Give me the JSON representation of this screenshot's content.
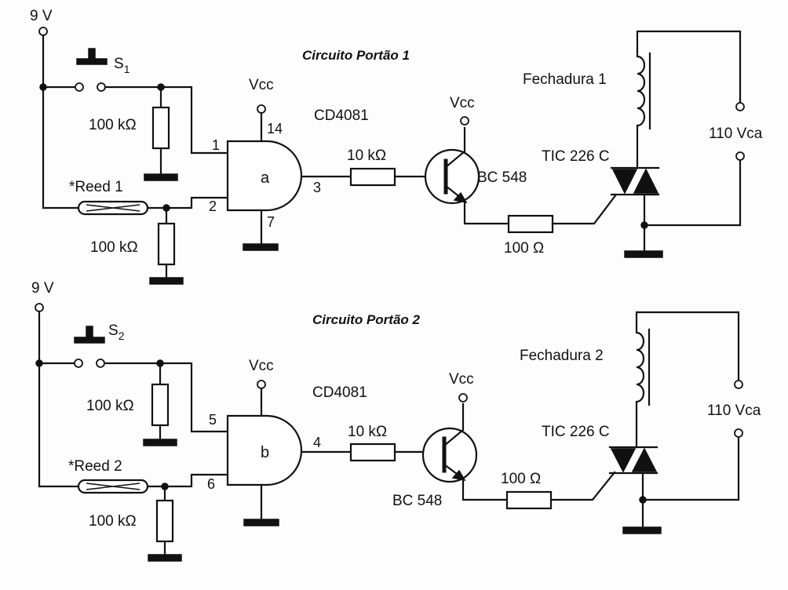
{
  "circuit1": {
    "title": "Circuito Portão 1",
    "supply": "9 V",
    "switch": "S",
    "switch_sub": "1",
    "resistor_top": "100 kΩ",
    "reed": "*Reed 1",
    "resistor_bottom": "100 kΩ",
    "vcc_gate": "Vcc",
    "ic": "CD4081",
    "gate": "a",
    "pin_in1": "1",
    "pin_in2": "2",
    "pin_out": "3",
    "pin_vcc": "14",
    "pin_gnd": "7",
    "base_resistor": "10 kΩ",
    "vcc_transistor": "Vcc",
    "transistor": "BC 548",
    "gate_resistor": "100 Ω",
    "lock": "Fechadura 1",
    "triac": "TIC 226 C",
    "mains": "110 Vca"
  },
  "circuit2": {
    "title": "Circuito Portão 2",
    "supply": "9 V",
    "switch": "S",
    "switch_sub": "2",
    "resistor_top": "100 kΩ",
    "reed": "*Reed 2",
    "resistor_bottom": "100 kΩ",
    "vcc_gate": "Vcc",
    "ic": "CD4081",
    "gate": "b",
    "pin_in1": "5",
    "pin_in2": "6",
    "pin_out": "4",
    "base_resistor": "10 kΩ",
    "vcc_transistor": "Vcc",
    "transistor": "BC 548",
    "gate_resistor": "100 Ω",
    "lock": "Fechadura 2",
    "triac": "TIC 226 C",
    "mains": "110 Vca"
  }
}
